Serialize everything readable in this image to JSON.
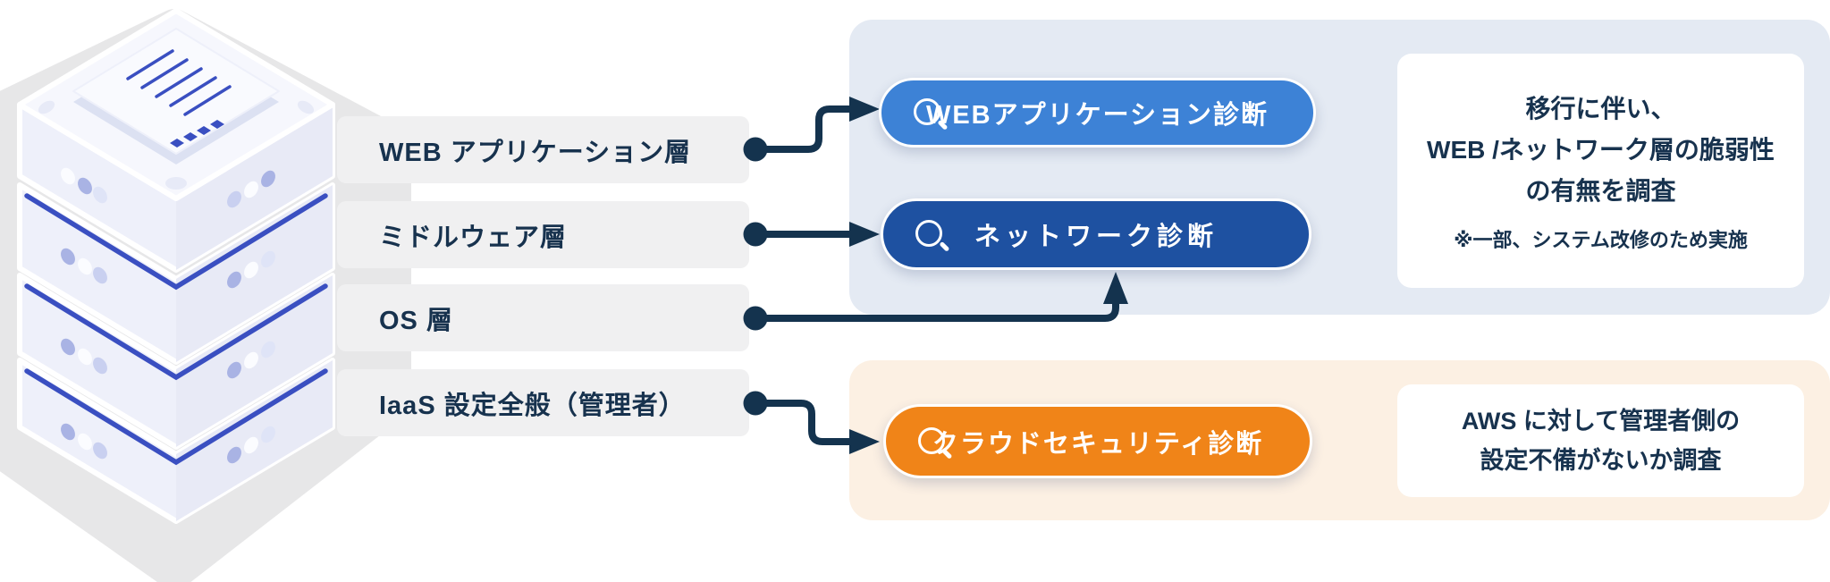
{
  "layers": [
    {
      "label": "WEB アプリケーション層"
    },
    {
      "label": "ミドルウェア層"
    },
    {
      "label": "OS 層"
    },
    {
      "label": "IaaS 設定全般（管理者）"
    }
  ],
  "diagnostics": {
    "web_app": {
      "label": "WEBアプリケーション診断",
      "color": "#3d82d6"
    },
    "network": {
      "label": "ネットワーク診断",
      "color": "#1e51a1"
    },
    "cloud_security": {
      "label": "クラウドセキュリティ診断",
      "color": "#f08418"
    }
  },
  "notes": {
    "web_network": {
      "lines": [
        "移行に伴い、",
        "WEB /ネットワーク層の脆弱性",
        "の有無を調査"
      ],
      "footnote": "※一部、システム改修のため実施"
    },
    "cloud": {
      "lines": [
        "AWS に対して管理者側の",
        "設定不備がないか調査"
      ]
    }
  },
  "icons": {
    "search": "magnifying-glass"
  },
  "colors": {
    "arrow_navy": "#14334e",
    "label_text_navy": "#17324e",
    "panel_blue": "#e4eaf3",
    "panel_orange": "#fcf0e3",
    "bar_gray": "#f0f0f1",
    "button_blue": "#3d82d6",
    "button_dark_blue": "#1e51a1",
    "button_orange": "#f08418",
    "server_accent_blue": "#3a4fc1"
  }
}
